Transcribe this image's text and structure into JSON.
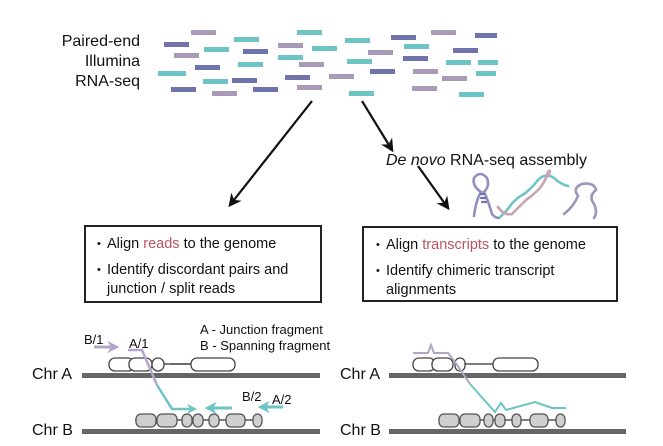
{
  "input": {
    "label_lines": [
      "Paired-end",
      "Illumina",
      "RNA-seq"
    ],
    "read_colors": {
      "purple": "#a99bb8",
      "navy": "#6f72ab",
      "teal": "#6cc4c4"
    }
  },
  "assembly": {
    "label_italic": "De novo",
    "label_rest": " RNA-seq assembly"
  },
  "left_box": {
    "bullets": [
      {
        "pre": "Align ",
        "highlight": "reads",
        "post": " to the genome"
      },
      {
        "line1": "Identify discordant pairs and",
        "line2": "junction / split reads"
      }
    ]
  },
  "right_box": {
    "bullets": [
      {
        "pre": "Align ",
        "highlight": "transcripts",
        "post": " to the genome"
      },
      {
        "line1": "Identify chimeric transcript",
        "line2": "alignments"
      }
    ]
  },
  "left_panel": {
    "chr_a": "Chr A",
    "chr_b": "Chr B",
    "read_labels": {
      "b1": "B/1",
      "a1": "A/1",
      "b2": "B/2",
      "a2": "A/2"
    },
    "legend": [
      "A - Junction fragment",
      "B - Spanning fragment"
    ]
  },
  "right_panel": {
    "chr_a": "Chr A",
    "chr_b": "Chr B"
  },
  "colors": {
    "highlight": "#b9545f",
    "chromosome": "#666666",
    "exon_a_fill": "#ffffff",
    "exon_b_fill": "#cfcfcf",
    "read_purple": "#b3a5c6",
    "read_teal": "#6cc4c4"
  }
}
